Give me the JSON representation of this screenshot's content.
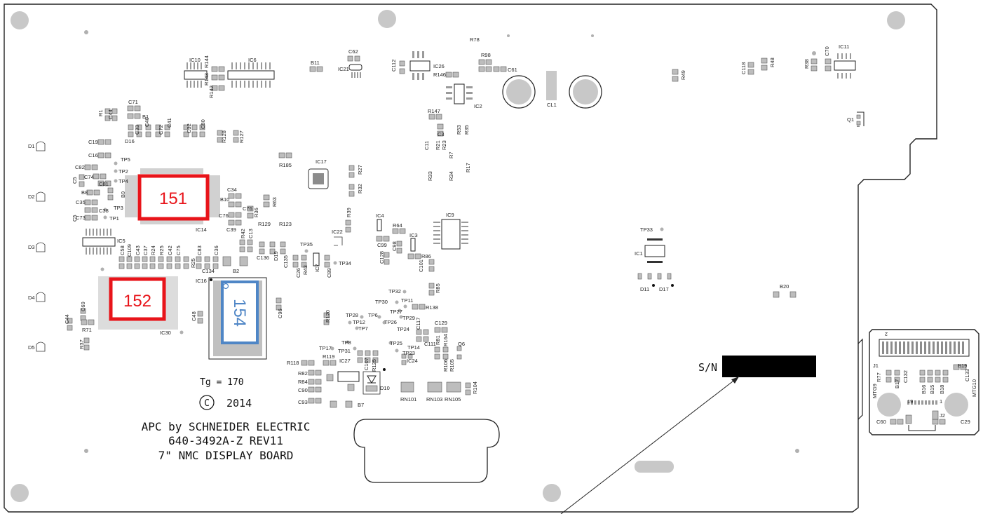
{
  "board": {
    "company": "APC by SCHNEIDER ELECTRIC",
    "part_number": "640-3492A-Z REV11",
    "board_name": "7\" NMC DISPLAY BOARD",
    "tg_text": "Tg = 170",
    "copyright_symbol": "C",
    "copyright_year": "2014",
    "serial_label": "S/N"
  },
  "callouts": {
    "c151": "151",
    "c152": "152",
    "c154": "154",
    "red": "#e8141a",
    "blue": "#4f86c6"
  },
  "labels": {
    "ic10": "IC10",
    "ic6": "IC6",
    "r144": "R144",
    "r142": "R142",
    "r143": "R143",
    "b11": "B11",
    "c62": "C62",
    "ic21": "IC21",
    "r78": "R78",
    "r98": "R98",
    "c112": "C112",
    "ic26": "IC26",
    "r146": "R146",
    "c61": "C61",
    "ic2": "IC2",
    "cl1": "CL1",
    "r147": "R147",
    "c3": "C3",
    "r49": "R49",
    "c118": "C118",
    "r48": "R48",
    "r38": "R38",
    "c70": "C70",
    "ic11": "IC11",
    "q1": "Q1",
    "r1": "R1",
    "c44a": "C44",
    "c71": "C71",
    "b1": "B1",
    "c33": "C33",
    "c40": "C40",
    "c72": "C72",
    "c41": "C41",
    "c32": "C32",
    "c80": "C80",
    "r128": "R128",
    "r127": "R127",
    "d16": "D16",
    "c19": "C19",
    "d1": "D1",
    "c16": "C16",
    "tp5": "TP5",
    "c82": "C82",
    "tp2": "TP2",
    "c74": "C74",
    "c5a": "C5",
    "c81": "C81",
    "tp4": "TP4",
    "b8": "B8",
    "b9": "B9",
    "d2": "D2",
    "c35": "C35",
    "tp3": "TP3",
    "c38": "C38",
    "c5b": "C5",
    "c73": "C73",
    "tp1": "TP1",
    "r185": "R185",
    "ic17": "IC17",
    "r27": "R27",
    "r32": "R32",
    "c11": "C11",
    "r21": "R21",
    "r23": "R23",
    "r53": "R53",
    "r35": "R35",
    "r7": "R7",
    "r17": "R17",
    "r33": "R33",
    "r34": "R34",
    "c34": "C34",
    "b10": "B10",
    "r63": "R63",
    "c76a": "C76",
    "r36": "R36",
    "c76b": "C76",
    "ic14": "IC14",
    "c39": "C39",
    "r129": "R129",
    "r123": "R123",
    "r39": "R39",
    "ic22": "IC22",
    "ic4": "IC4",
    "r64": "R64",
    "ic9": "IC9",
    "ic3": "IC3",
    "c99": "C99",
    "c98": "C98",
    "ic5": "IC5",
    "c58": "C58",
    "c109": "C109",
    "c43": "C43",
    "c37": "C37",
    "r24": "R24",
    "r25a": "R25",
    "c42": "C42",
    "c75": "C75",
    "c83": "C83",
    "c36": "C36",
    "r42": "R42",
    "c13": "C13",
    "d3": "D3",
    "tp35": "TP35",
    "c136": "C136",
    "d19": "D19",
    "c135": "C135",
    "tp34": "TP34",
    "r86": "R86",
    "c128": "C128",
    "c101": "C101",
    "r25b": "R25",
    "c134": "C134",
    "b2": "B2",
    "c26": "C26",
    "r43": "R43",
    "ic7": "IC7",
    "c89": "C89",
    "tp33": "TP33",
    "ic1": "IC1",
    "d11": "D11",
    "d17": "D17",
    "b20": "B20",
    "r85": "R85",
    "tp32": "TP32",
    "ic16": "IC16",
    "c96": "C96",
    "d4": "D4",
    "c69": "C69",
    "c44b": "C44",
    "r71": "R71",
    "ic30": "IC30",
    "c48": "C48",
    "r120": "R120",
    "tp30": "TP30",
    "tp11": "TP11",
    "r138": "R138",
    "tp28": "TP28",
    "tp6": "TP6",
    "tp27": "TP27",
    "tp29": "TP29",
    "tp12": "TP12",
    "tp26": "TP26",
    "tp7": "TP7",
    "c129": "C129",
    "tp24": "TP24",
    "c117": "C117",
    "d5": "D5",
    "r37": "R37",
    "tp17": "TP17",
    "tp8": "TP8",
    "tp31": "TP31",
    "tp25": "TP25",
    "tp14": "TP14",
    "tp23": "TP23",
    "c111": "C111",
    "r81": "R81",
    "r164": "R164",
    "q6": "Q6",
    "r119": "R119",
    "r118": "R118",
    "ic27": "IC27",
    "ic24": "IC24",
    "r82": "R82",
    "r84": "R84",
    "c90": "C90",
    "d10": "D10",
    "c93": "C93",
    "b7": "B7",
    "rn101": "RN101",
    "rn103": "RN103",
    "rn105": "RN105",
    "r104": "R104",
    "r106": "R106",
    "r105": "R105",
    "c107": "C107",
    "r125": "R125",
    "j1": "J1",
    "r77": "R77",
    "mtg9": "MTG9",
    "b17": "B17",
    "c132": "C132",
    "b16": "B16",
    "b15": "B15",
    "b18": "B18",
    "b19": "B19",
    "c133": "C133",
    "mtg10": "MTG10",
    "c60": "C60",
    "j2": "J2",
    "c29": "C29",
    "pin2": "2",
    "pin19": "19",
    "pin1": "1"
  }
}
